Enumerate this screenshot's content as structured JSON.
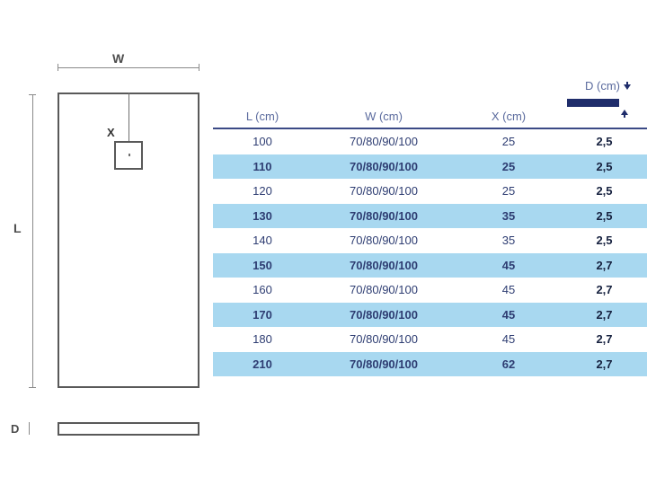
{
  "drawing": {
    "width_label": "W",
    "length_label": "L",
    "drain_label": "X",
    "depth_label": "D",
    "line_color": "#8a8a8a",
    "outline_color": "#595959"
  },
  "table": {
    "depth_header": {
      "label": "D (cm)",
      "bar_color": "#1f2d6b",
      "arrow_down_icon": "arrow-down-icon",
      "arrow_up_icon": "arrow-up-icon"
    },
    "columns": [
      "L (cm)",
      "W (cm)",
      "X (cm)",
      "D (cm)"
    ],
    "header_color": "#5b6b9e",
    "rule_color": "#3b4a86",
    "alt_row_color": "#a8d8f0",
    "text_color": "#2e3d72",
    "rows": [
      {
        "l": "100",
        "w": "70/80/90/100",
        "x": "25",
        "d": "2,5"
      },
      {
        "l": "110",
        "w": "70/80/90/100",
        "x": "25",
        "d": "2,5"
      },
      {
        "l": "120",
        "w": "70/80/90/100",
        "x": "25",
        "d": "2,5"
      },
      {
        "l": "130",
        "w": "70/80/90/100",
        "x": "35",
        "d": "2,5"
      },
      {
        "l": "140",
        "w": "70/80/90/100",
        "x": "35",
        "d": "2,5"
      },
      {
        "l": "150",
        "w": "70/80/90/100",
        "x": "45",
        "d": "2,7"
      },
      {
        "l": "160",
        "w": "70/80/90/100",
        "x": "45",
        "d": "2,7"
      },
      {
        "l": "170",
        "w": "70/80/90/100",
        "x": "45",
        "d": "2,7"
      },
      {
        "l": "180",
        "w": "70/80/90/100",
        "x": "45",
        "d": "2,7"
      },
      {
        "l": "210",
        "w": "70/80/90/100",
        "x": "62",
        "d": "2,7"
      }
    ]
  }
}
